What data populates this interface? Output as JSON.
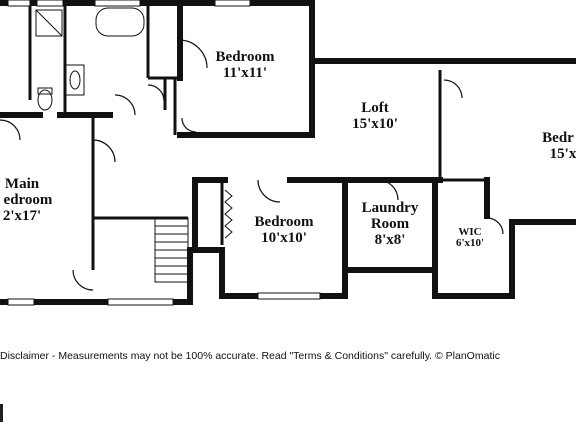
{
  "rooms": {
    "bedroom_top": {
      "name": "Bedroom",
      "dims": "11'x11'"
    },
    "loft": {
      "name": "Loft",
      "dims": "15'x10'"
    },
    "bedroom_right": {
      "name": "Bedr",
      "dims": "15'x"
    },
    "main_bedroom": {
      "line1": "Main",
      "line2": "edroom",
      "dims": "2'x17'"
    },
    "bedroom_mid": {
      "name": "Bedroom",
      "dims": "10'x10'"
    },
    "laundry": {
      "line1": "Laundry",
      "line2": "Room",
      "dims": "8'x8'"
    },
    "wic": {
      "name": "WIC",
      "dims": "6'x10'"
    }
  },
  "footer": {
    "disclaimer": "Disclaimer - Measurements may not be 100% accurate. Read \"Terms & Conditions\" carefully. © PlanOmatic"
  }
}
